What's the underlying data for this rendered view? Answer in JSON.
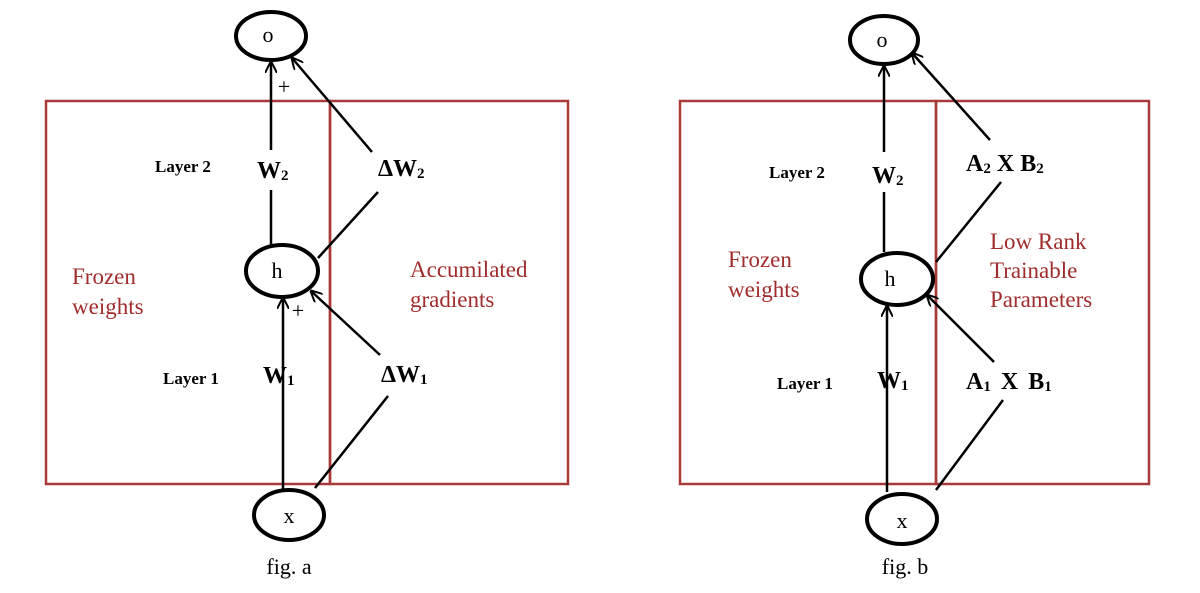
{
  "fig_a": {
    "caption": "fig. a",
    "nodes": {
      "output": "o",
      "hidden": "h",
      "input": "x"
    },
    "layers": {
      "layer2": "Layer 2",
      "layer1": "Layer 1"
    },
    "weights": {
      "w2_base": "W",
      "w2_sub": "2",
      "w1_base": "W",
      "w1_sub": "1",
      "dw2_base": "ΔW",
      "dw2_sub": "2",
      "dw1_base": "ΔW",
      "dw1_sub": "1"
    },
    "left_box_label": [
      "Frozen",
      "weights"
    ],
    "right_box_label": [
      "Accumilated",
      "gradients"
    ],
    "plus_sign": "+"
  },
  "fig_b": {
    "caption": "fig. b",
    "nodes": {
      "output": "o",
      "hidden": "h",
      "input": "x"
    },
    "layers": {
      "layer2": "Layer 2",
      "layer1": "Layer 1"
    },
    "weights": {
      "w2_base": "W",
      "w2_sub": "2",
      "w1_base": "W",
      "w1_sub": "1",
      "a2": "A",
      "a2_sub": "2",
      "x2": "X",
      "b2": "B",
      "b2_sub": "2",
      "a1": "A",
      "a1_sub": "1",
      "x1": "X",
      "b1": "B",
      "b1_sub": "1"
    },
    "left_box_label": [
      "Frozen",
      "weights"
    ],
    "right_box_label": [
      "Low Rank",
      "Trainable",
      "Parameters"
    ]
  },
  "colors": {
    "frame": "#a83a3a",
    "red_text": "#a02c2c",
    "ink": "#000000"
  }
}
